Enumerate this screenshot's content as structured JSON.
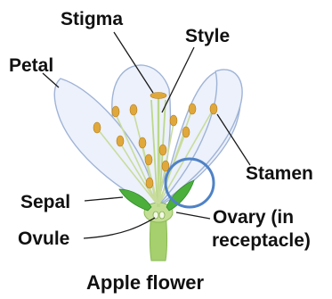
{
  "diagram": {
    "caption": "Apple flower",
    "labels": {
      "stigma": "Stigma",
      "style": "Style",
      "petal": "Petal",
      "stamen": "Stamen",
      "sepal": "Sepal",
      "ovary_line1": "Ovary (in",
      "ovary_line2": "receptacle)",
      "ovule": "Ovule"
    },
    "colors": {
      "petal_fill": "#ecf1fb",
      "petal_outline": "#9fb3d6",
      "stem": "#a6cf6e",
      "sepal": "#4caf3c",
      "anther": "#e0a83a",
      "highlight_circle": "#4f82c6"
    }
  }
}
